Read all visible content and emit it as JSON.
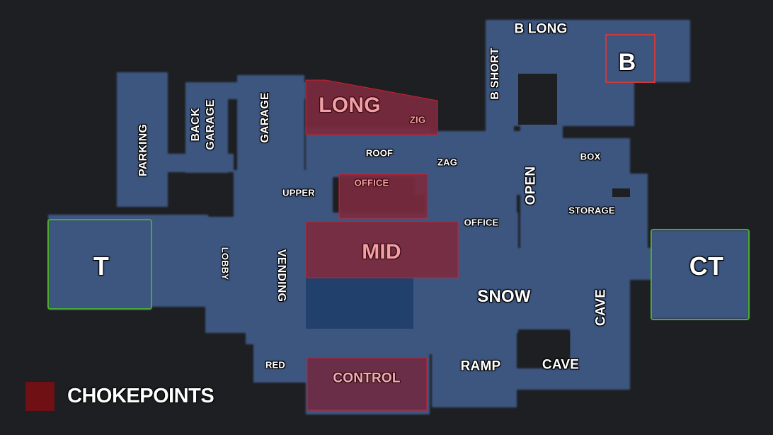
{
  "colors": {
    "background": "#1d1f22",
    "floor": "#3d5680",
    "floor_dark": "#334a6e",
    "chokepoint": "#7a2a3e",
    "chokepoint_border": "#d21e2a",
    "spawn_border": "#4caa2e",
    "bombsite_border": "#cc3a3a",
    "water": "#22406c"
  },
  "legend": {
    "label": "CHOKEPOINTS",
    "swatch_color": "#6e1014"
  },
  "spawns": {
    "t": "T",
    "ct": "CT"
  },
  "bombsite": {
    "b": "B"
  },
  "chokepoints": {
    "long": "LONG",
    "zig": "ZIG",
    "office": "OFFICE",
    "mid": "MID",
    "control": "CONTROL"
  },
  "callouts": {
    "b_long": "B LONG",
    "b_short": "B SHORT",
    "parking": "PARKING",
    "back_garage": "BACK GARAGE",
    "back": "BACK",
    "garage_word": "GARAGE",
    "garage": "GARAGE",
    "roof": "ROOF",
    "zag": "ZAG",
    "box": "BOX",
    "open": "OPEN",
    "upper": "UPPER",
    "storage": "STORAGE",
    "office": "OFFICE",
    "lobby": "LOBBY",
    "vending": "VENDING",
    "snow": "SNOW",
    "cave_vertical": "CAVE",
    "red": "RED",
    "ramp": "RAMP",
    "cave": "CAVE"
  }
}
